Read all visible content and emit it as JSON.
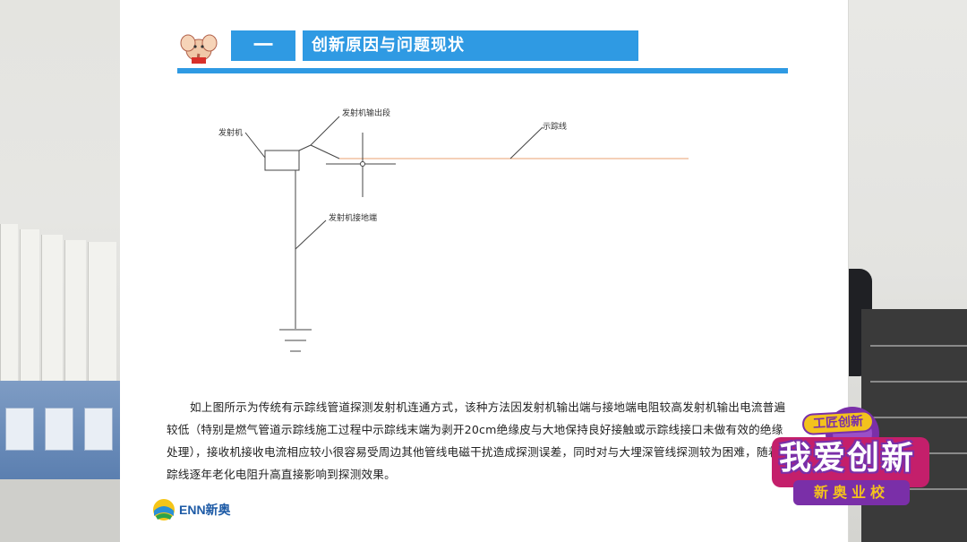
{
  "slide": {
    "section_number": "一",
    "section_title": "创新原因与问题现状",
    "diagram": {
      "label_transmitter": "发射机",
      "label_output_section": "发射机输出段",
      "label_trace_wire": "示踪线",
      "label_ground_terminal": "发射机接地端"
    },
    "paragraph": "如上图所示为传统有示踪线管道探测发射机连通方式，该种方法因发射机输出端与接地端电阻较高发射机输出电流普遍较低（特别是燃气管道示踪线施工过程中示踪线末端为剥开20cm绝缘皮与大地保持良好接触或示踪线接口未做有效的绝缘处理），接收机接收电流相应较小很容易受周边其他管线电磁干扰造成探测误差，同时对与大埋深管线探测较为困难，随着示踪线逐年老化电阻升高直接影响到探测效果。",
    "logo_text": "ENN新奥"
  },
  "badge": {
    "top_text": "工匠创新",
    "main_text": "我爱创新",
    "sub_text": "新奥业校"
  },
  "colors": {
    "accent": "#2f9ae3",
    "trace_line": "#e8a070",
    "badge_purple": "#7a2fa8",
    "badge_yellow": "#f3c21d"
  }
}
